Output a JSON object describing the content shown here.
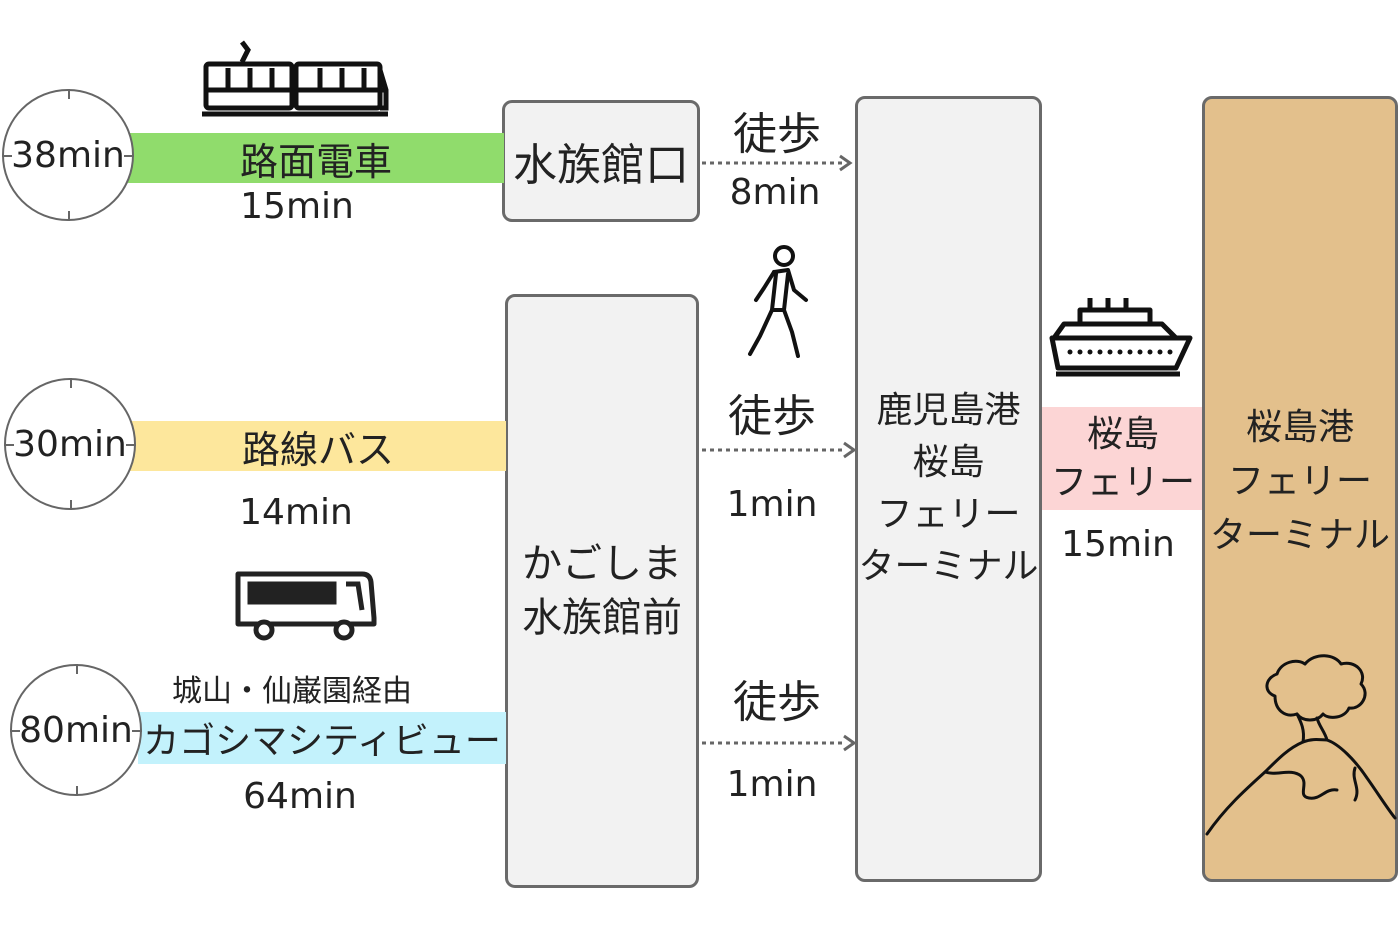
{
  "routes": [
    {
      "total": "38min",
      "line": "路面電車",
      "duration": "15min",
      "band_color": "#90dc6c"
    },
    {
      "total": "30min",
      "line": "路線バス",
      "duration": "14min",
      "band_color": "#fde79c"
    },
    {
      "total": "80min",
      "via": "城山・仙巌園経由",
      "line": "カゴシマシティビュー",
      "duration": "64min",
      "band_color": "#c3f2fc"
    }
  ],
  "stops": {
    "suizokukan_guchi": "水族館口",
    "kagoshima_suizokukan_mae_line1": "かごしま",
    "kagoshima_suizokukan_mae_line2": "水族館前",
    "kagoshima_port_line1": "鹿児島港",
    "kagoshima_port_line2": "桜島",
    "kagoshima_port_line3": "フェリー",
    "kagoshima_port_line4": "ターミナル",
    "sakurajima_port_line1": "桜島港",
    "sakurajima_port_line2": "フェリー",
    "sakurajima_port_line3": "ターミナル"
  },
  "walks": [
    {
      "label": "徒歩",
      "duration": "8min"
    },
    {
      "label": "徒歩",
      "duration": "1min"
    },
    {
      "label": "徒歩",
      "duration": "1min"
    }
  ],
  "ferry": {
    "line1": "桜島",
    "line2": "フェリー",
    "duration": "15min",
    "band_color": "#fcd5d5"
  },
  "colors": {
    "box_border": "#6a6a6a",
    "box_fill": "#f2f2f2",
    "sakurajima_fill": "#e3c08c"
  },
  "icons": [
    "tram-icon",
    "walking-person-icon",
    "bus-icon",
    "ferry-icon",
    "volcano-icon"
  ]
}
